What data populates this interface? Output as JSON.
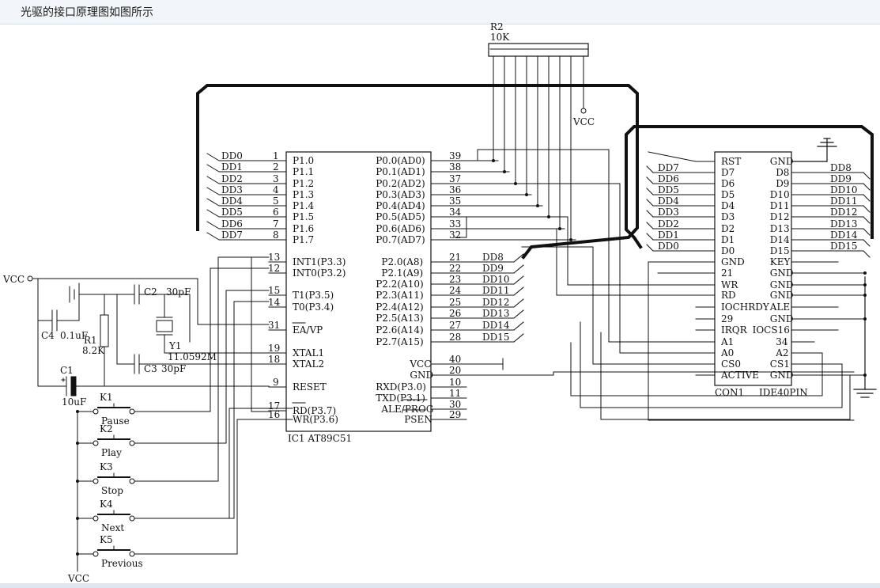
{
  "header": {
    "title": "光驱的接口原理图如图所示"
  },
  "ic1": {
    "label": "IC1  AT89C51",
    "left_pins": [
      {
        "num": "1",
        "name": "P1.0"
      },
      {
        "num": "2",
        "name": "P1.1"
      },
      {
        "num": "3",
        "name": "P1.2"
      },
      {
        "num": "4",
        "name": "P1.3"
      },
      {
        "num": "5",
        "name": "P1.4"
      },
      {
        "num": "6",
        "name": "P1.5"
      },
      {
        "num": "7",
        "name": "P1.6"
      },
      {
        "num": "8",
        "name": "P1.7"
      },
      {
        "num": "13",
        "name": "INT1(P3.3)"
      },
      {
        "num": "12",
        "name": "INT0(P3.2)"
      },
      {
        "num": "15",
        "name": "T1(P3.5)"
      },
      {
        "num": "14",
        "name": "T0(P3.4)"
      },
      {
        "num": "31",
        "name": "EA/VP"
      },
      {
        "num": "19",
        "name": "XTAL1"
      },
      {
        "num": "18",
        "name": "XTAL2"
      },
      {
        "num": "9",
        "name": "RESET"
      },
      {
        "num": "17",
        "name": "RD(P3.7)"
      },
      {
        "num": "16",
        "name": "WR(P3.6)"
      }
    ],
    "right_pins": [
      {
        "num": "39",
        "name": "P0.0(AD0)"
      },
      {
        "num": "38",
        "name": "P0.1(AD1)"
      },
      {
        "num": "37",
        "name": "P0.2(AD2)"
      },
      {
        "num": "36",
        "name": "P0.3(AD3)"
      },
      {
        "num": "35",
        "name": "P0.4(AD4)"
      },
      {
        "num": "34",
        "name": "P0.5(AD5)"
      },
      {
        "num": "33",
        "name": "P0.6(AD6)"
      },
      {
        "num": "32",
        "name": "P0.7(AD7)"
      },
      {
        "num": "21",
        "name": "P2.0(A8)"
      },
      {
        "num": "22",
        "name": "P2.1(A9)"
      },
      {
        "num": "23",
        "name": "P2.2(A10)"
      },
      {
        "num": "24",
        "name": "P2.3(A11)"
      },
      {
        "num": "25",
        "name": "P2.4(A12)"
      },
      {
        "num": "26",
        "name": "P2.5(A13)"
      },
      {
        "num": "27",
        "name": "P2.6(A14)"
      },
      {
        "num": "28",
        "name": "P2.7(A15)"
      },
      {
        "num": "40",
        "name": "VCC"
      },
      {
        "num": "20",
        "name": "GND"
      },
      {
        "num": "10",
        "name": "RXD(P3.0)"
      },
      {
        "num": "11",
        "name": "TXD(P3.1)"
      },
      {
        "num": "30",
        "name": "ALE/PROG"
      },
      {
        "num": "29",
        "name": "PSEN"
      }
    ],
    "p1_nets": [
      "DD0",
      "DD1",
      "DD2",
      "DD3",
      "DD4",
      "DD5",
      "DD6",
      "DD7"
    ],
    "p2_nets": [
      "DD8",
      "DD9",
      "DD10",
      "DD11",
      "DD12",
      "DD13",
      "DD14",
      "DD15"
    ]
  },
  "con1": {
    "label": "CON1",
    "type": "IDE40PIN",
    "left_col": [
      "RST",
      "D7",
      "D6",
      "D5",
      "D4",
      "D3",
      "D2",
      "D1",
      "D0",
      "GND",
      "21",
      "WR",
      "RD",
      "IOCHRDY",
      "29",
      "IRQR",
      "A1",
      "A0",
      "CS0",
      "ACTIVE"
    ],
    "right_col": [
      "GND",
      "D8",
      "D9",
      "D10",
      "D11",
      "D12",
      "D13",
      "D14",
      "D15",
      "KEY",
      "GND",
      "GND",
      "GND",
      "ALE",
      "GND",
      "IOCS16",
      "34",
      "A2",
      "CS1",
      "GND"
    ],
    "left_nets": [
      "DD7",
      "DD6",
      "DD5",
      "DD4",
      "DD3",
      "DD2",
      "DD1",
      "DD0"
    ],
    "right_nets": [
      "DD8",
      "DD9",
      "DD10",
      "DD11",
      "DD12",
      "DD13",
      "DD14",
      "DD15"
    ]
  },
  "r2": {
    "ref": "R2",
    "value": "10K"
  },
  "vcc_label": "VCC",
  "components": {
    "c1": {
      "ref": "C1",
      "value": "10uF"
    },
    "c2": {
      "ref": "C2",
      "value": "30pF"
    },
    "c3": {
      "ref": "C3",
      "value": "30pF"
    },
    "c4": {
      "ref": "C4",
      "value": "0.1uF"
    },
    "r1": {
      "ref": "R1",
      "value": "8.2K"
    },
    "y1": {
      "ref": "Y1",
      "value": "11.0592M"
    }
  },
  "keys": [
    {
      "ref": "K1",
      "name": "Pause"
    },
    {
      "ref": "K2",
      "name": "Play"
    },
    {
      "ref": "K3",
      "name": "Stop"
    },
    {
      "ref": "K4",
      "name": "Next"
    },
    {
      "ref": "K5",
      "name": "Previous"
    }
  ]
}
